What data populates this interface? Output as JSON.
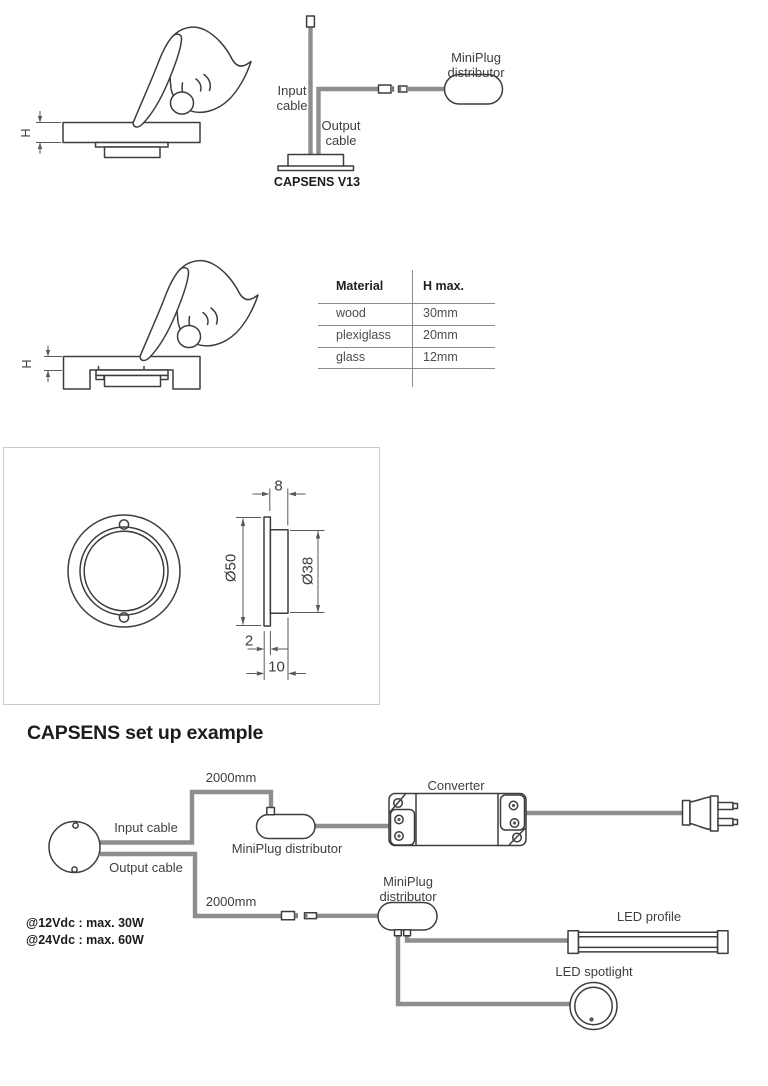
{
  "colors": {
    "line": "#3d3d3d",
    "cable": "#8e8e8e",
    "dimension": "#5a5a5a",
    "box_border": "#cbcbcb"
  },
  "surface_mount": {
    "h_label": "H",
    "device": {
      "input_cable": "Input\ncable",
      "output_cable": "Output\ncable",
      "miniplug": "MiniPlug\ndistributor",
      "name": "CAPSENS V13"
    }
  },
  "recessed_mount": {
    "h_label": "H"
  },
  "materials_table": {
    "headers": {
      "material": "Material",
      "h_max": "H max."
    },
    "rows": [
      {
        "material": "wood",
        "h_max": "30mm"
      },
      {
        "material": "plexiglass",
        "h_max": "20mm"
      },
      {
        "material": "glass",
        "h_max": "12mm"
      }
    ]
  },
  "dimensions_drawing": {
    "body_depth": "8",
    "flange_diameter": "Ø50",
    "body_diameter": "Ø38",
    "flange_thickness": "2",
    "total_depth": "10"
  },
  "setup_example": {
    "title": "CAPSENS set up example",
    "input_cable_length": "2000mm",
    "output_cable_length": "2000mm",
    "input_cable": "Input cable",
    "output_cable": "Output cable",
    "miniplug1": "MiniPlug distributor",
    "miniplug2": "MiniPlug\ndistributor",
    "converter": "Converter",
    "led_profile": "LED profile",
    "led_spotlight": "LED spotlight",
    "power_12v": "@12Vdc : max. 30W",
    "power_24v": "@24Vdc : max. 60W"
  }
}
